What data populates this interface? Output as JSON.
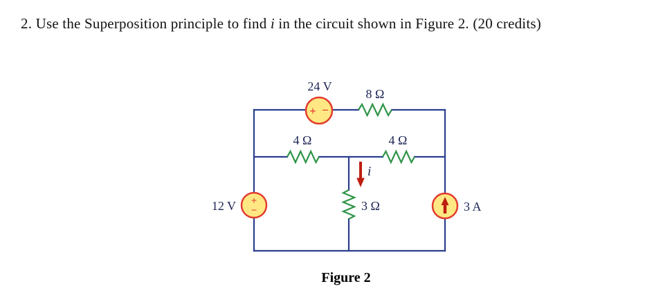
{
  "problem": {
    "prefix": "2. Use the Superposition principle to find ",
    "variable": "i",
    "suffix": " in the circuit shown in Figure 2. (20 credits)"
  },
  "figure": {
    "caption": "Figure 2",
    "components": {
      "v24": {
        "label": "24 V",
        "plus": "+",
        "minus": "−"
      },
      "r8": {
        "label": "8 Ω"
      },
      "r4_left": {
        "label": "4 Ω"
      },
      "r4_right": {
        "label": "4 Ω"
      },
      "r3": {
        "label": "3 Ω"
      },
      "v12": {
        "label": "12 V",
        "plus": "+",
        "minus": "−"
      },
      "i3": {
        "label": "3 A"
      },
      "current": {
        "label": "i"
      }
    },
    "colors": {
      "wire": "#2A3F8E",
      "resistor": "#2E9447",
      "source_fill": "#FFE883",
      "source_border": "#E23B2E",
      "source_symbol": "#E23B2E",
      "arrow": "#BE1E10",
      "label": "#1D2455"
    }
  }
}
